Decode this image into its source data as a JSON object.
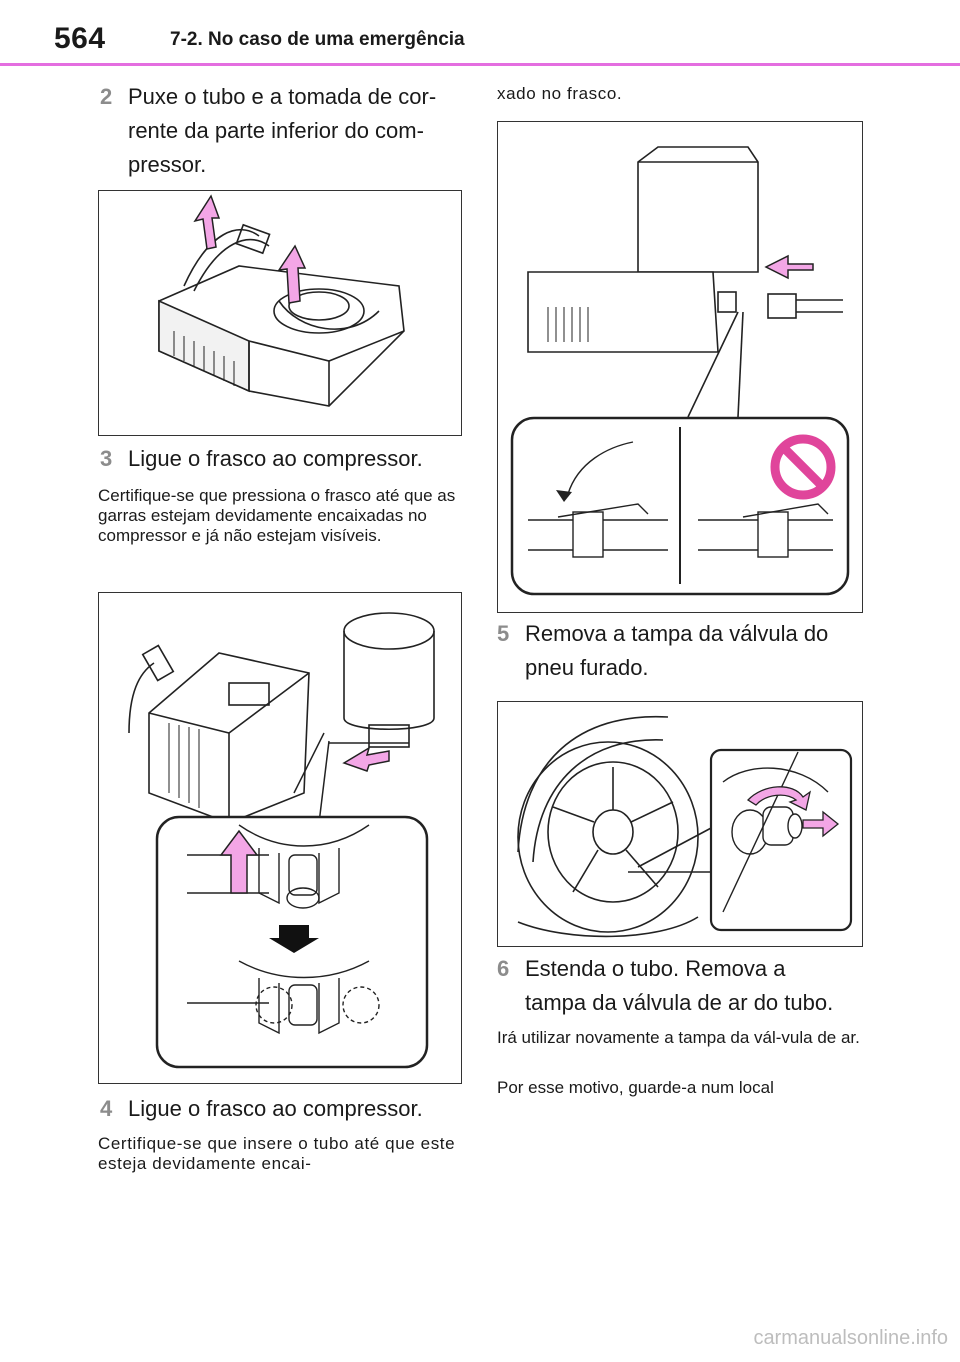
{
  "header": {
    "page_number": "564",
    "section": "7-2. No caso de uma emergência"
  },
  "steps": [
    {
      "num": "2",
      "text": "Puxe o tubo e a tomada de cor-\nrente da parte inferior do com-\npressor."
    },
    {
      "num": "3",
      "text": "Ligue o frasco ao compressor."
    },
    {
      "num": "4",
      "text": "Ligue o frasco ao compressor."
    },
    {
      "num": "5",
      "text": "Remova a tampa da válvula do\npneu furado."
    },
    {
      "num": "6",
      "text": "Estenda o tubo. Remova a\ntampa da válvula de ar do tubo."
    }
  ],
  "paragraphs": {
    "p3": "Certifique-se que pressiona o frasco até que as garras estejam devidamente encaixadas no compressor e já não estejam visíveis.",
    "p4a": "Certifique-se que insere o tubo até que este esteja devidamente encai-",
    "p4b": "xado no frasco.",
    "p6a": "Irá utilizar novamente a tampa da vál-vula de ar.",
    "p6b": "Por esse motivo, guarde-a num local"
  },
  "watermark": "carmanualsonline.info",
  "colors": {
    "accent_rule": "#e46ee0",
    "arrow_fill": "#f3a6e6",
    "step_number": "#8c8c8c",
    "prohibit": "#e0459b"
  }
}
